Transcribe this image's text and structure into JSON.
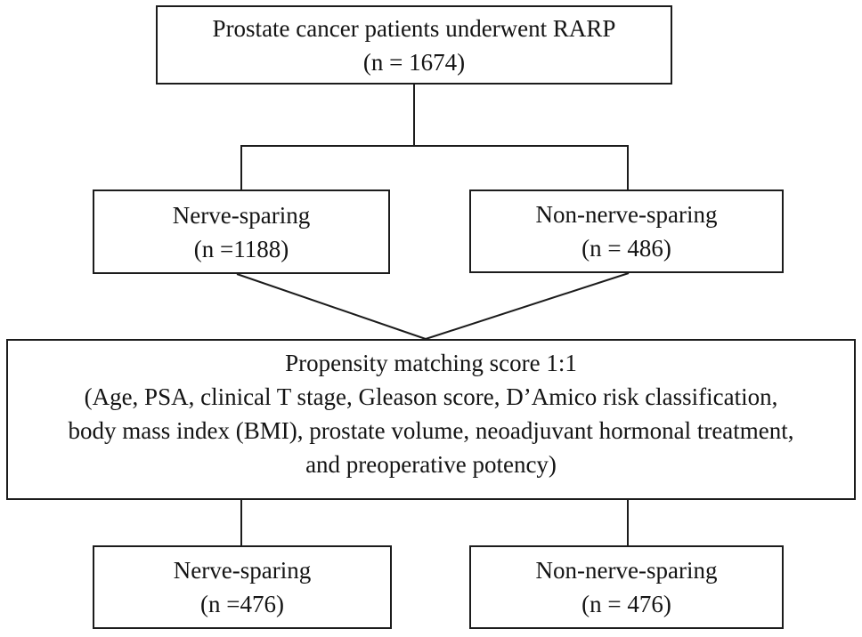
{
  "figure": {
    "type": "flowchart",
    "colors": {
      "line": "#1c1c1c",
      "text": "#141414",
      "background": "#ffffff"
    }
  },
  "boxes": {
    "top": {
      "line1": "Prostate cancer patients underwent RARP",
      "line2": "(n = 1674)"
    },
    "branch_left": {
      "line1": "Nerve-sparing",
      "line2": "(n =1188)"
    },
    "branch_right": {
      "line1": "Non-nerve-sparing",
      "line2": "(n = 486)"
    },
    "matching": {
      "line1": "Propensity matching score 1:1",
      "line2": "(Age, PSA, clinical T stage, Gleason score, D’Amico risk classification,",
      "line3": "body mass index (BMI), prostate volume, neoadjuvant hormonal treatment,",
      "line4": "and preoperative potency)"
    },
    "matched_left": {
      "line1": "Nerve-sparing",
      "line2": "(n =476)"
    },
    "matched_right": {
      "line1": "Non-nerve-sparing",
      "line2": "(n = 476)"
    }
  }
}
